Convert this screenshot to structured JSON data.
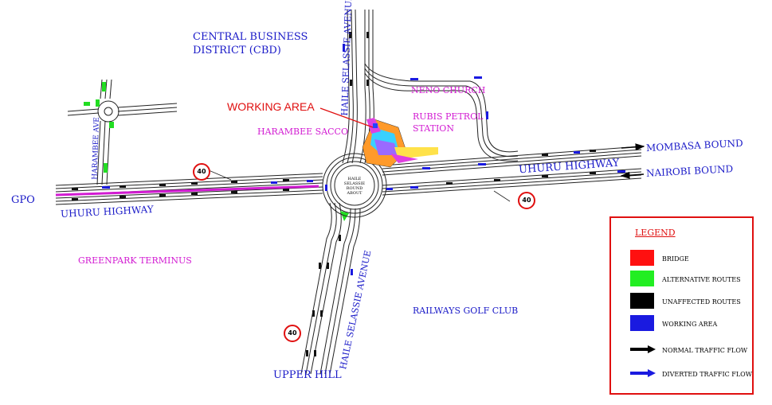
{
  "labels": {
    "cbd_line1": "CENTRAL BUSINESS",
    "cbd_line2": "DISTRICT (CBD)",
    "working_area": "WORKING AREA",
    "haile_selassie_avenue_north": "HAILE SELASSIE AVENUE",
    "haile_selassie_avenue_south": "HAILE SELASSIE AVENUE",
    "harambee_ave": "HARAMBEE AVE",
    "harambee_sacco": "HARAMBEE SACCO",
    "neno_church": "NENO CHURCH",
    "rubis_line1": "RUBIS PETROL",
    "rubis_line2": "STATION",
    "mombasa_bound": "MOMBASA BOUND",
    "nairobi_bound": "NAIROBI BOUND",
    "uhuru_highway_east": "UHURU HIGHWAY",
    "uhuru_highway_west": "UHURU HIGHWAY",
    "gpo": "GPO",
    "greenpark_terminus": "GREENPARK TERMINUS",
    "railways_golf_club": "RAILWAYS GOLF CLUB",
    "upper_hill": "UPPER HILL",
    "roundabout_line1": "HAILE",
    "roundabout_line2": "SELASSIE",
    "roundabout_line3": "ROUND",
    "roundabout_line4": "ABOUT"
  },
  "speed_limits": [
    "40",
    "40",
    "40"
  ],
  "legend": {
    "title": "LEGEND",
    "items": [
      {
        "label": "BRIDGE",
        "color": "#ff1010"
      },
      {
        "label": "ALTERNATIVE ROUTES",
        "color": "#22ee22"
      },
      {
        "label": "UNAFFECTED ROUTES",
        "color": "#000000"
      },
      {
        "label": "WORKING AREA",
        "color": "#1a1ae0"
      },
      {
        "label": "NORMAL TRAFFIC FLOW",
        "color": "#000000"
      },
      {
        "label": "DIVERTED TRAFFIC FLOW",
        "color": "#1a1ae0"
      }
    ]
  }
}
